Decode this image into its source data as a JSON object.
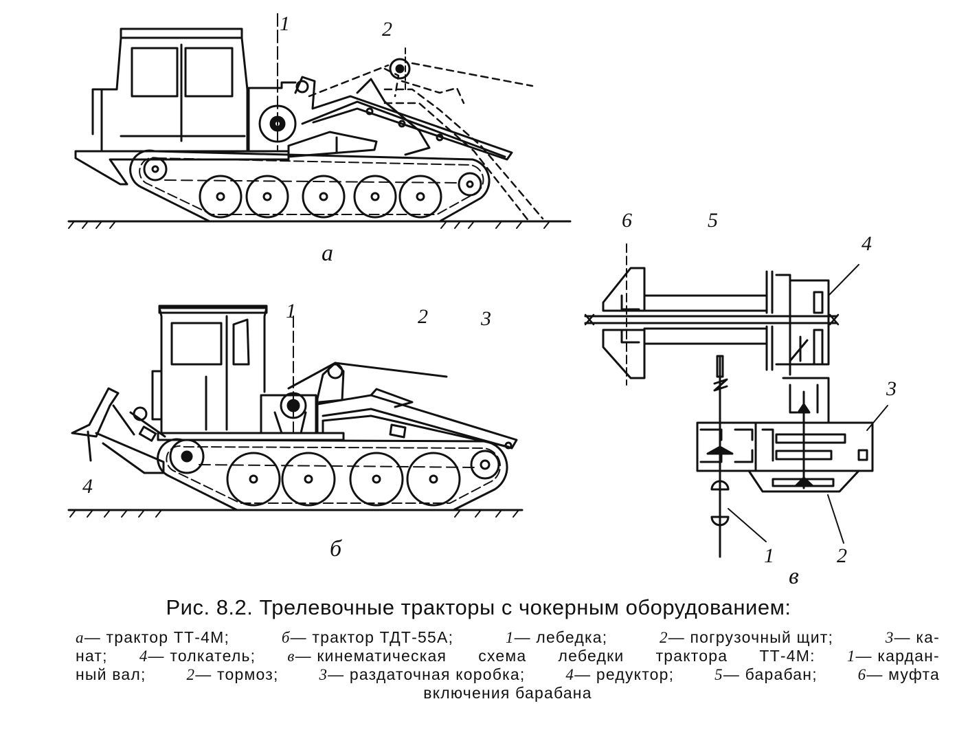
{
  "figure": {
    "title": "Рис. 8.2. Трелевочные тракторы с чокерным оборудованием:",
    "labels": {
      "a_1": "1",
      "a_2": "2",
      "a_sub": "а",
      "b_1": "1",
      "b_2": "2",
      "b_3": "3",
      "b_4": "4",
      "b_sub": "б",
      "c_1": "1",
      "c_2": "2",
      "c_3": "3",
      "c_4": "4",
      "c_5": "5",
      "c_6": "6",
      "c_sub": "в"
    },
    "caption": {
      "l1": [
        {
          "k": "а",
          "t": "— трактор ТТ-4М;"
        },
        {
          "k": "б",
          "t": "— трактор ТДТ-55А;"
        },
        {
          "k": "1",
          "t": "— лебедка;"
        },
        {
          "k": "2",
          "t": "— погрузочный щит;"
        },
        {
          "k": "3",
          "t": "— ка-"
        }
      ],
      "l2": [
        {
          "k": "",
          "t": "нат;"
        },
        {
          "k": "4",
          "t": "— толкатель;"
        },
        {
          "k": "в",
          "t": "— кинематическая"
        },
        {
          "k": "",
          "t": "схема"
        },
        {
          "k": "",
          "t": "лебедки"
        },
        {
          "k": "",
          "t": "трактора"
        },
        {
          "k": "",
          "t": "ТТ-4М:"
        },
        {
          "k": "1",
          "t": "— кардан-"
        }
      ],
      "l3": [
        {
          "k": "",
          "t": "ный вал;"
        },
        {
          "k": "2",
          "t": "— тормоз;"
        },
        {
          "k": "3",
          "t": "— раздаточная коробка;"
        },
        {
          "k": "4",
          "t": "— редуктор;"
        },
        {
          "k": "5",
          "t": "— барабан;"
        },
        {
          "k": "6",
          "t": "— муфта"
        }
      ],
      "l4": [
        {
          "k": "",
          "t": "включения барабана"
        }
      ]
    }
  }
}
